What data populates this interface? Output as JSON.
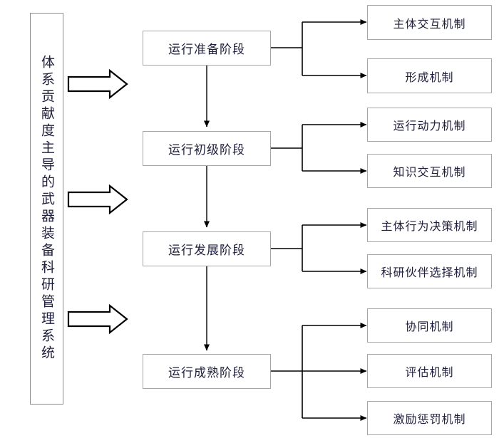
{
  "diagram": {
    "title_box": {
      "label": "体系贡献度主导的武器装备科研管理系统",
      "orientation": "vertical"
    },
    "stages": [
      {
        "label": "运行准备阶段"
      },
      {
        "label": "运行初级阶段"
      },
      {
        "label": "运行发展阶段"
      },
      {
        "label": "运行成熟阶段"
      }
    ],
    "mechanisms": [
      {
        "label": "主体交互机制"
      },
      {
        "label": "形成机制"
      },
      {
        "label": "运行动力机制"
      },
      {
        "label": "知识交互机制"
      },
      {
        "label": "主体行为决策机制"
      },
      {
        "label": "科研伙伴选择机制"
      },
      {
        "label": "协同机制"
      },
      {
        "label": "评估机制"
      },
      {
        "label": "激励惩罚机制"
      }
    ],
    "block_arrows": [
      {
        "name": "block-arrow-1"
      },
      {
        "name": "block-arrow-2"
      },
      {
        "name": "block-arrow-3"
      }
    ],
    "colors": {
      "box_border": "#a6a6a6",
      "title_border": "#8c8c8c",
      "text": "#1f1f3d",
      "connector": "#000000",
      "background": "#ffffff"
    }
  }
}
